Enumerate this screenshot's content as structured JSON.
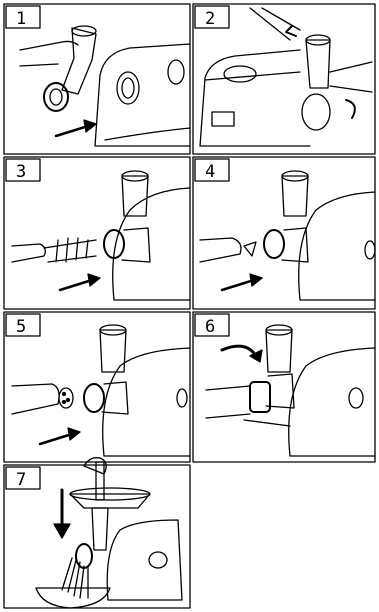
{
  "steps": [
    {
      "number": "1",
      "caption": ""
    },
    {
      "number": "2",
      "caption": ""
    },
    {
      "number": "3",
      "caption": ""
    },
    {
      "number": "4",
      "caption": ""
    },
    {
      "number": "5",
      "caption": ""
    },
    {
      "number": "6",
      "caption": ""
    },
    {
      "number": "7",
      "caption": ""
    }
  ],
  "colors": {
    "ink": "#000000",
    "paper": "#ffffff"
  }
}
